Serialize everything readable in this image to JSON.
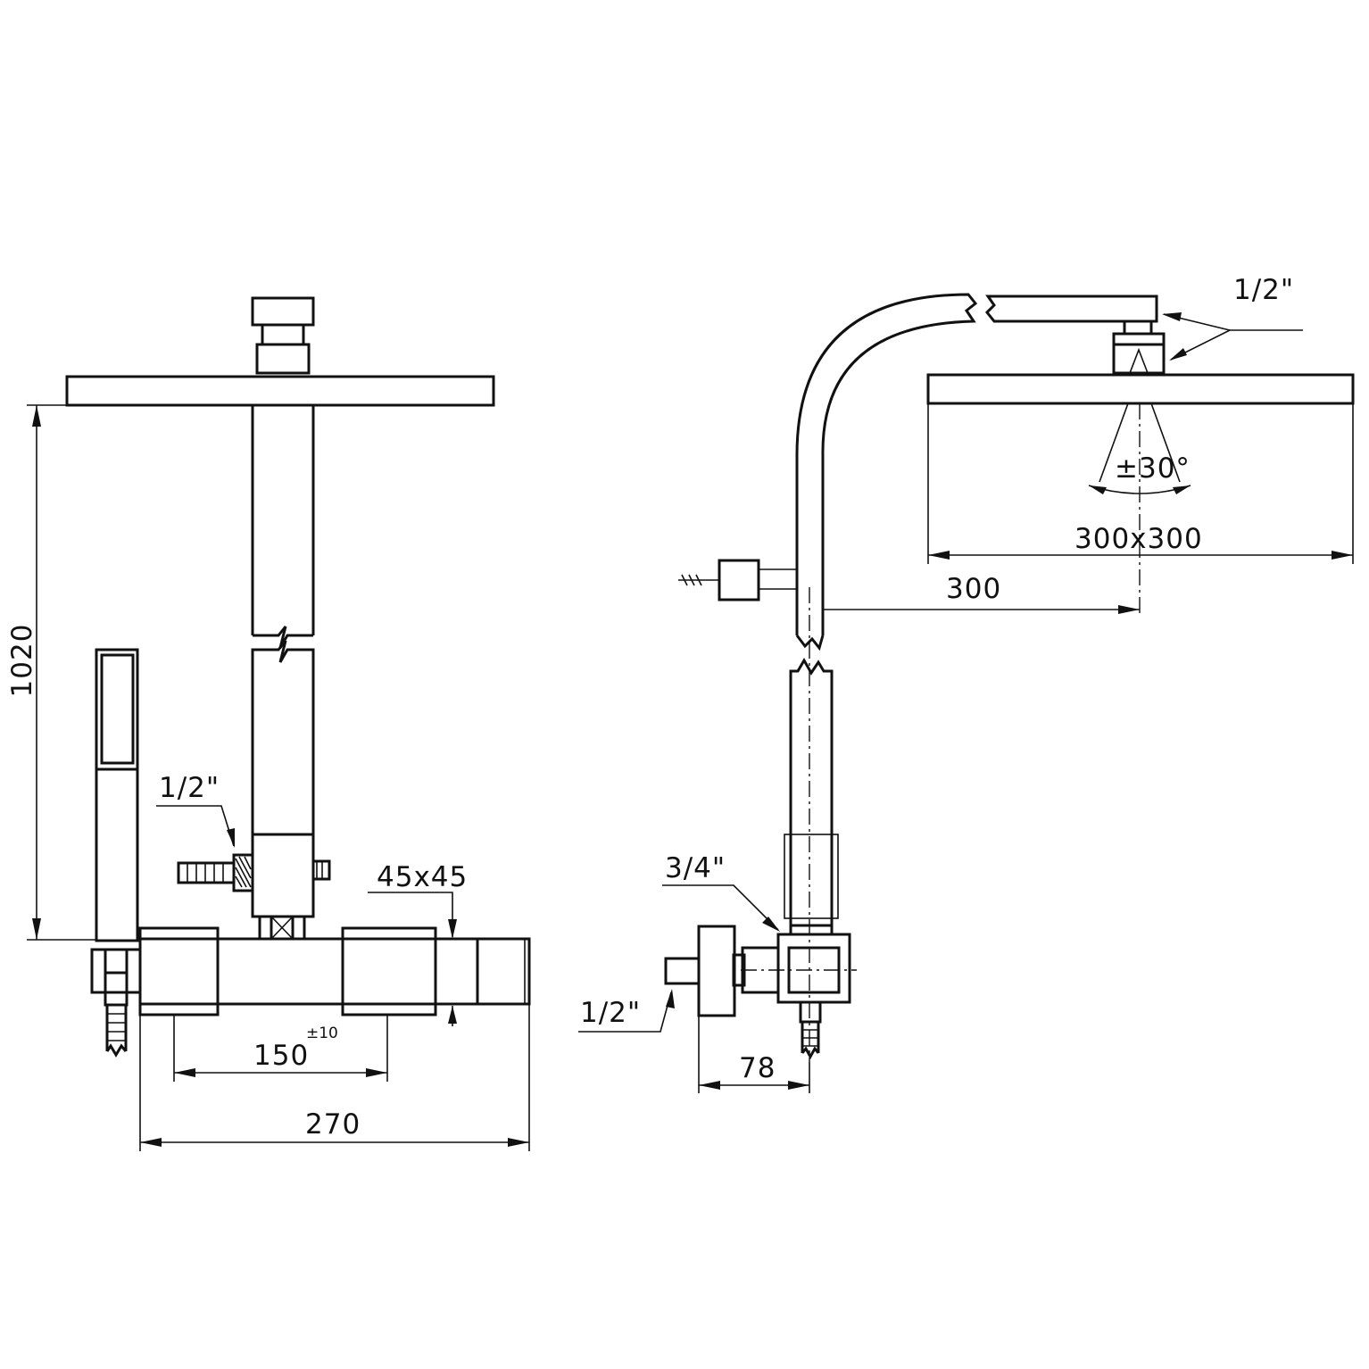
{
  "front_view": {
    "dim_height": "1020",
    "dim_thread_hose": "1/2\"",
    "dim_bar_section": "45x45",
    "dim_centres": "150",
    "dim_centres_tolerance": "±10",
    "dim_total_width": "270"
  },
  "side_view": {
    "dim_thread_head": "1/2\"",
    "dim_tilt_angle": "±30°",
    "dim_head_size": "300x300",
    "dim_arm_reach": "300",
    "dim_thread_inlet": "3/4\"",
    "dim_thread_outlet": "1/2\"",
    "dim_wall_depth": "78"
  },
  "colors": {
    "line": "#111111",
    "background": "#ffffff"
  }
}
